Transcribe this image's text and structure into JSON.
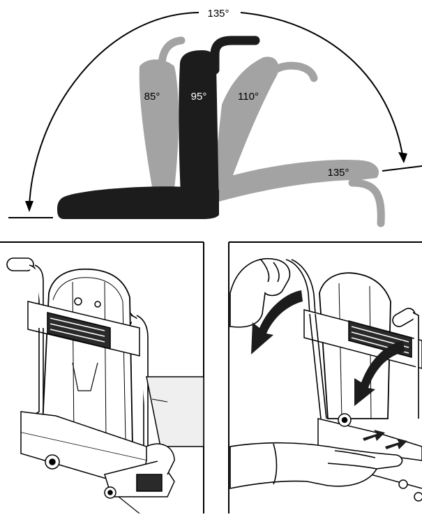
{
  "angle_diagram": {
    "overall_range_label": "135°",
    "positions": [
      {
        "label": "85°",
        "color": "#a3a3a3"
      },
      {
        "label": "95°",
        "color": "#1c1c1c"
      },
      {
        "label": "110°",
        "color": "#a3a3a3"
      },
      {
        "label": "135°",
        "color": "#a3a3a3"
      }
    ]
  },
  "panels": {
    "left": {
      "content": "backrest-assembled-illustration"
    },
    "right": {
      "content": "backrest-fold-down-illustration"
    }
  },
  "colors": {
    "dark": "#1c1c1c",
    "grey": "#a3a3a3",
    "line": "#000000",
    "skin": "#ffffff"
  }
}
